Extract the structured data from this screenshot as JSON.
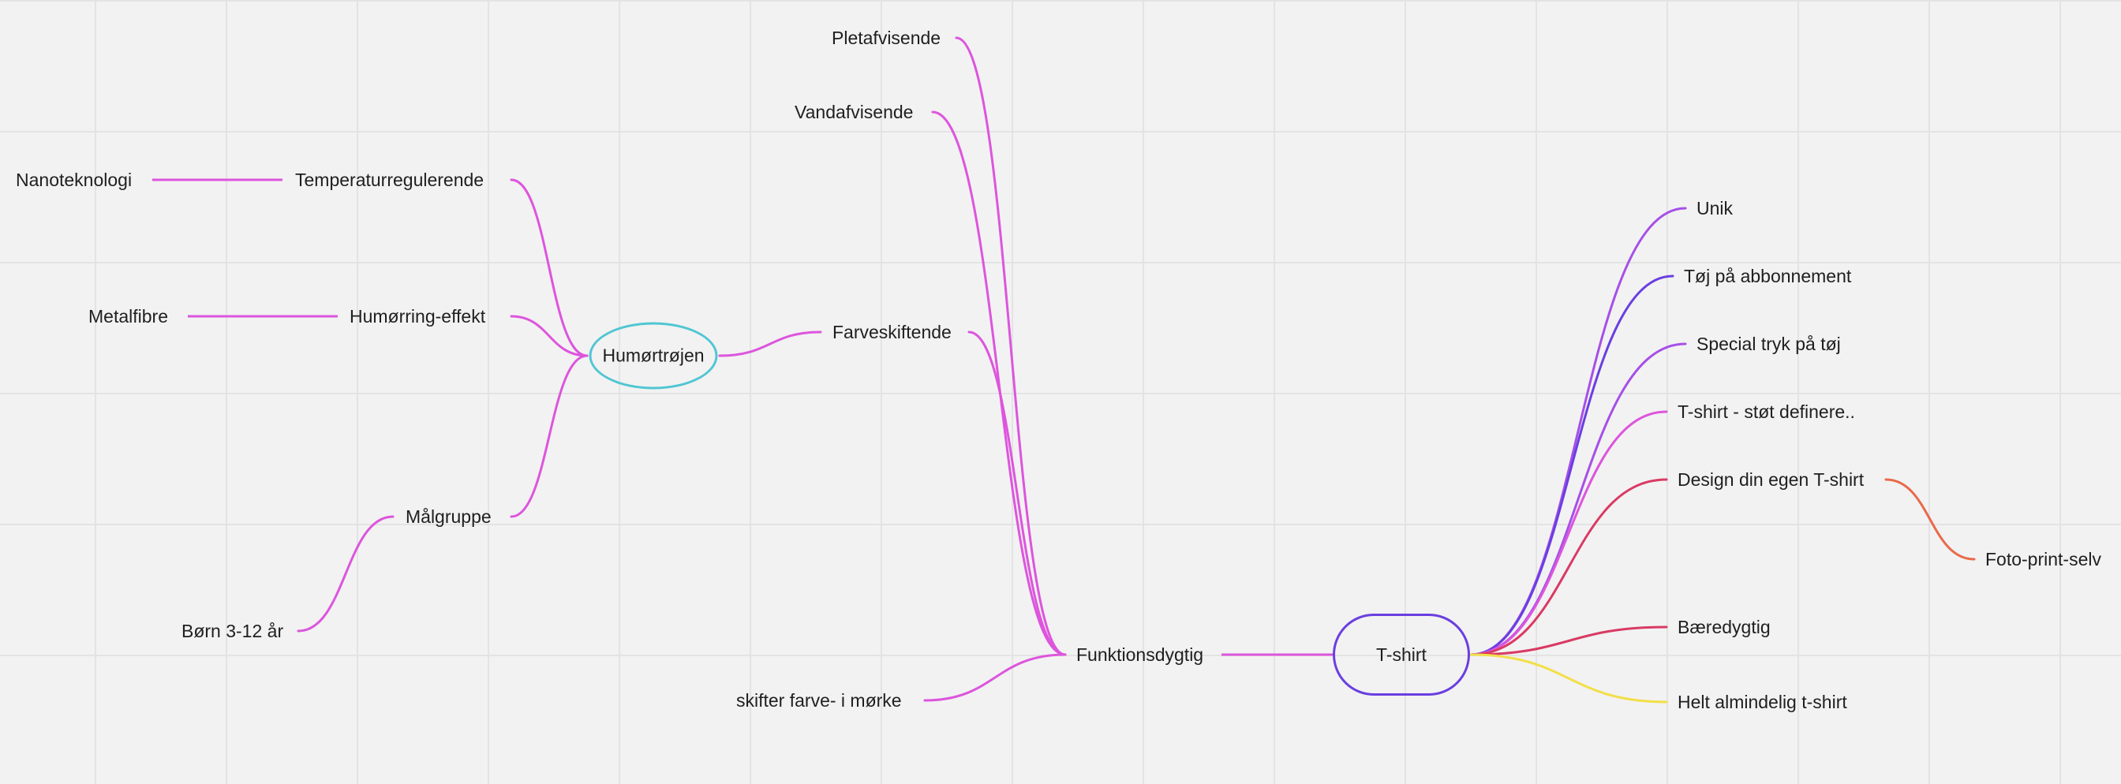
{
  "mindmap": {
    "hubs": {
      "humortrojen": "Humørtrøjen",
      "tshirt": "T-shirt"
    },
    "nodes": {
      "nanoteknologi": "Nanoteknologi",
      "temperaturregulerende": "Temperaturregulerende",
      "metalfibre": "Metalfibre",
      "humorring_effekt": "Humørring-effekt",
      "malgruppe": "Målgruppe",
      "born": "Børn 3-12 år",
      "farveskiftende": "Farveskiftende",
      "pletafvisende": "Pletafvisende",
      "vandafvisende": "Vandafvisende",
      "funktionsdygtig": "Funktionsdygtig",
      "skifter_farve": "skifter farve- i mørke",
      "unik": "Unik",
      "toj_abonnement": "Tøj på abbonnement",
      "special_tryk": "Special tryk på tøj",
      "tshirt_stot": "T-shirt - støt definere..",
      "design_egen": "Design din egen T-shirt",
      "foto_print": "Foto-print-selv",
      "baeredygtig": "Bæredygtig",
      "helt_almindelig": "Helt almindelig t-shirt"
    },
    "colors": {
      "magenta": "#dd55dd",
      "cyan": "#4fc6d2",
      "violet": "#6a3fe0",
      "purple": "#a64fe8",
      "red": "#d93a64",
      "orange": "#e86a4a",
      "yellow": "#f2df4a"
    }
  }
}
